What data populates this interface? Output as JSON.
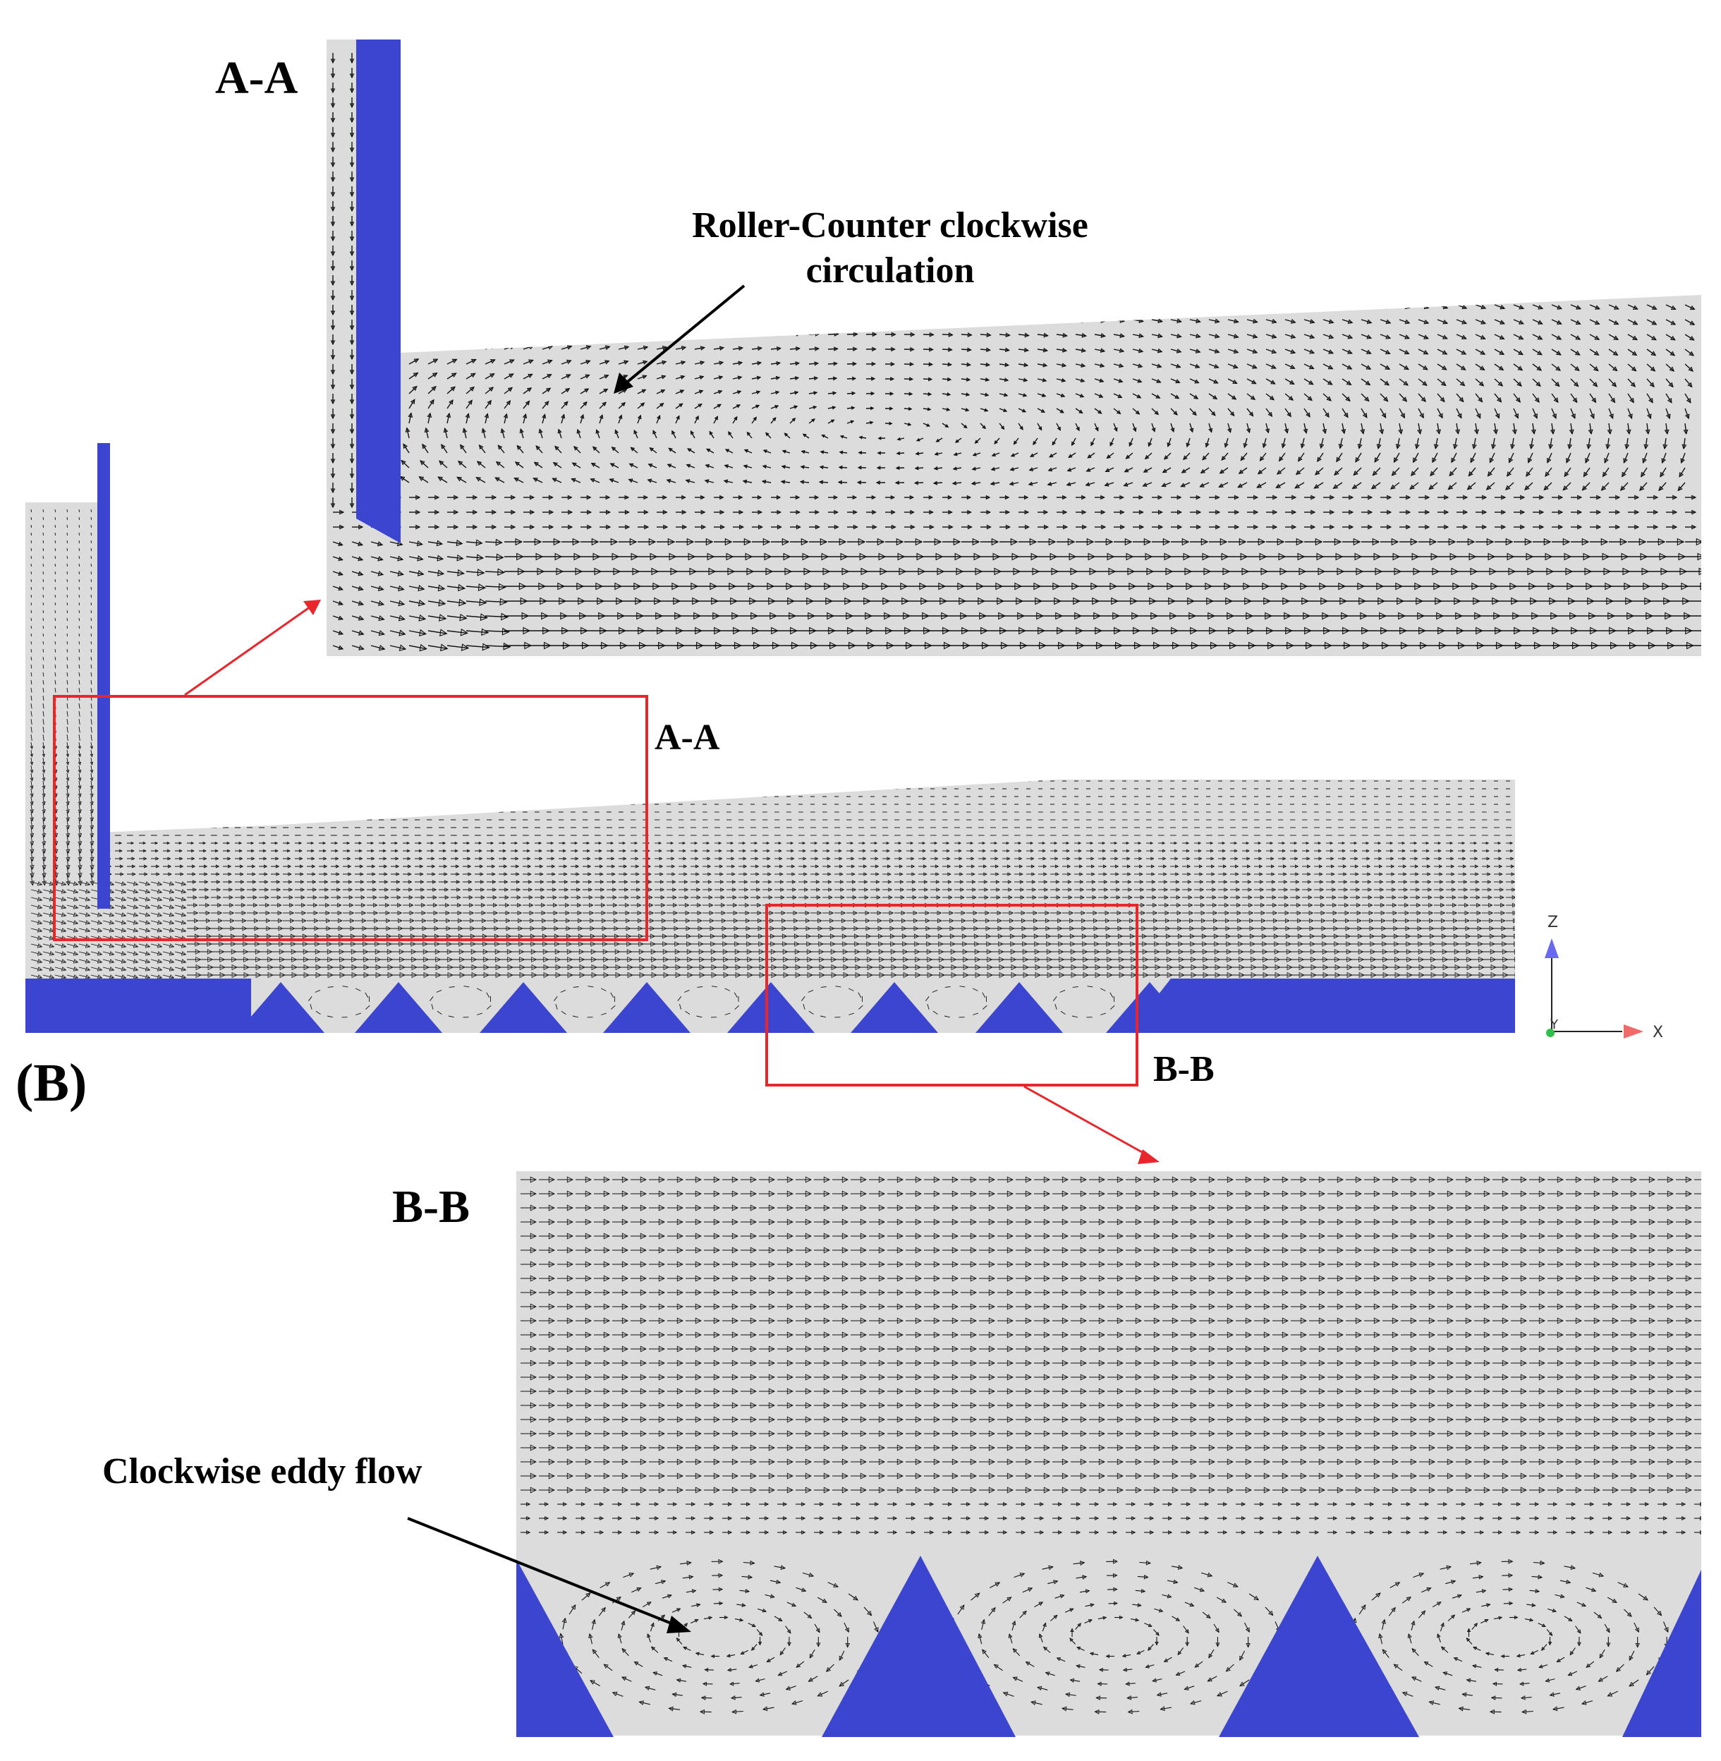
{
  "figure_label": "(B)",
  "sections": {
    "aa": {
      "label": "A-A",
      "inset_label": "A-A"
    },
    "bb": {
      "label": "B-B",
      "inset_label": "B-B"
    }
  },
  "annotations": {
    "roller_line1": "Roller-Counter clockwise",
    "roller_line2": "circulation",
    "eddy": "Clockwise eddy flow"
  },
  "axes": {
    "z": "Z",
    "y": "Y",
    "x": "X"
  },
  "colors": {
    "solid": "#3b45d0",
    "fluid": "#dcdcdc",
    "vector": "#111111",
    "callout": "#e8262b",
    "axis_z": "#6a6af0",
    "axis_x": "#f06a6a",
    "origin": "#2fbf4a"
  }
}
